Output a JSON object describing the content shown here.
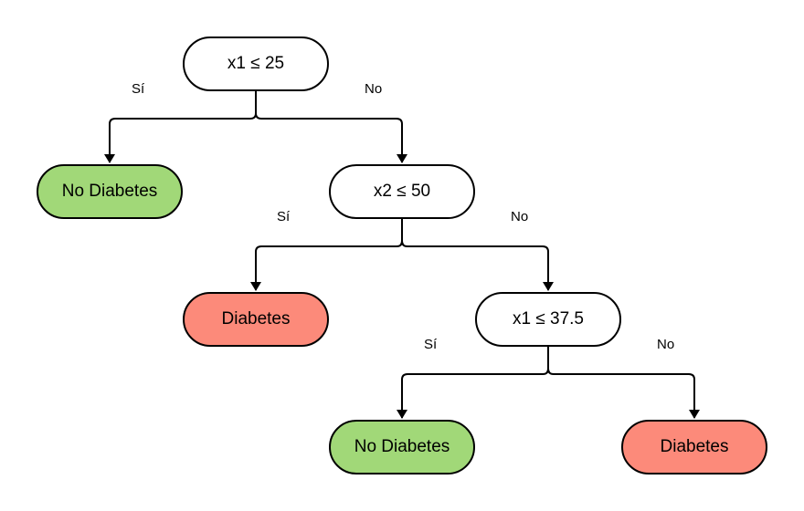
{
  "nodes": {
    "root": "x1 ≤ 25",
    "left1": "No Diabetes",
    "right1": "x2 ≤ 50",
    "left2": "Diabetes",
    "right2": "x1 ≤ 37.5",
    "left3": "No Diabetes",
    "right3": "Diabetes"
  },
  "branches": {
    "yes": "Sí",
    "no": "No"
  },
  "colors": {
    "no_diabetes": "#a1d878",
    "diabetes": "#fc8a7a",
    "decision": "#ffffff"
  }
}
